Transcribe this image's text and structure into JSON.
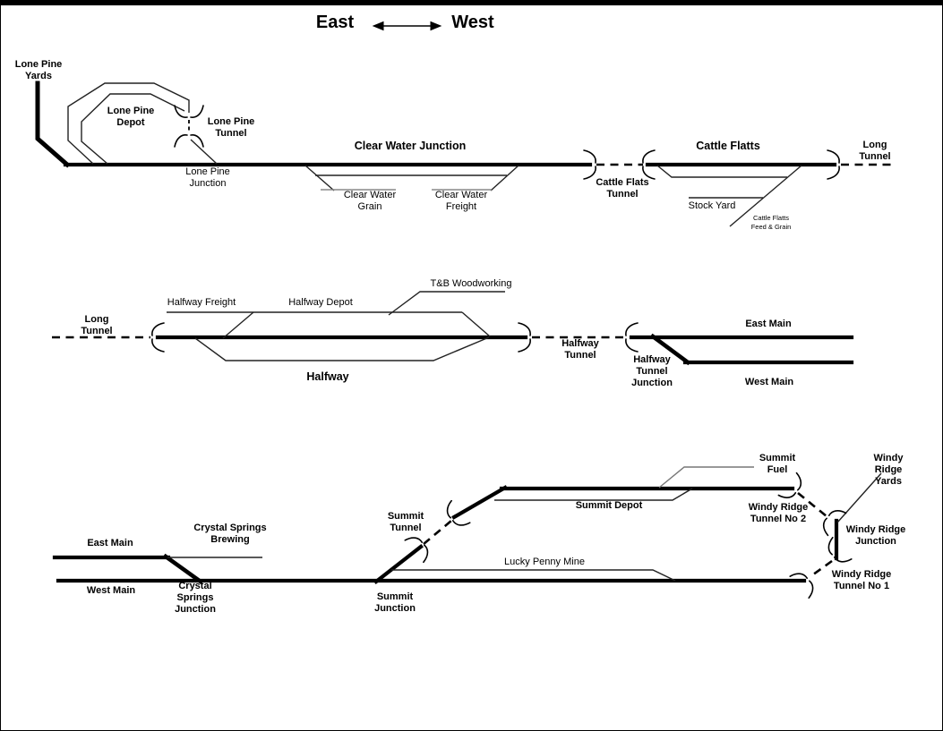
{
  "title": {
    "east_label": "East",
    "west_label": "West"
  },
  "diagram": {
    "colors": {
      "track": "#000000",
      "background": "#ffffff"
    },
    "labels": {
      "lone_pine_yards": "Lone Pine\nYards",
      "lone_pine_depot": "Lone Pine\nDepot",
      "lone_pine_tunnel": "Lone Pine\nTunnel",
      "lone_pine_junction": "Lone Pine\nJunction",
      "clear_water_junction": "Clear Water Junction",
      "clear_water_grain": "Clear Water\nGrain",
      "clear_water_freight": "Clear Water\nFreight",
      "cattle_flats_tunnel": "Cattle Flats\nTunnel",
      "cattle_flatts": "Cattle Flatts",
      "stock_yard": "Stock Yard",
      "cattle_flatts_feed_grain": "Cattle Flatts\nFeed & Grain",
      "long_tunnel_east": "Long\nTunnel",
      "long_tunnel_west": "Long\nTunnel",
      "halfway_freight": "Halfway Freight",
      "halfway_depot": "Halfway Depot",
      "tb_woodworking": "T&B Woodworking",
      "halfway": "Halfway",
      "halfway_tunnel": "Halfway\nTunnel",
      "halfway_tunnel_junction": "Halfway\nTunnel\nJunction",
      "east_main_mid": "East Main",
      "west_main_mid": "West Main",
      "east_main_lower": "East Main",
      "west_main_lower": "West Main",
      "crystal_springs_brewing": "Crystal Springs\nBrewing",
      "crystal_springs_junction": "Crystal\nSprings\nJunction",
      "summit_junction": "Summit\nJunction",
      "summit_tunnel": "Summit\nTunnel",
      "lucky_penny_mine": "Lucky Penny Mine",
      "summit_depot": "Summit Depot",
      "summit_fuel": "Summit\nFuel",
      "windy_ridge_tunnel_2": "Windy Ridge\nTunnel No 2",
      "windy_ridge_yards": "Windy Ridge\nYards",
      "windy_ridge_junction": "Windy Ridge\nJunction",
      "windy_ridge_tunnel_1": "Windy Ridge\nTunnel No 1"
    }
  }
}
